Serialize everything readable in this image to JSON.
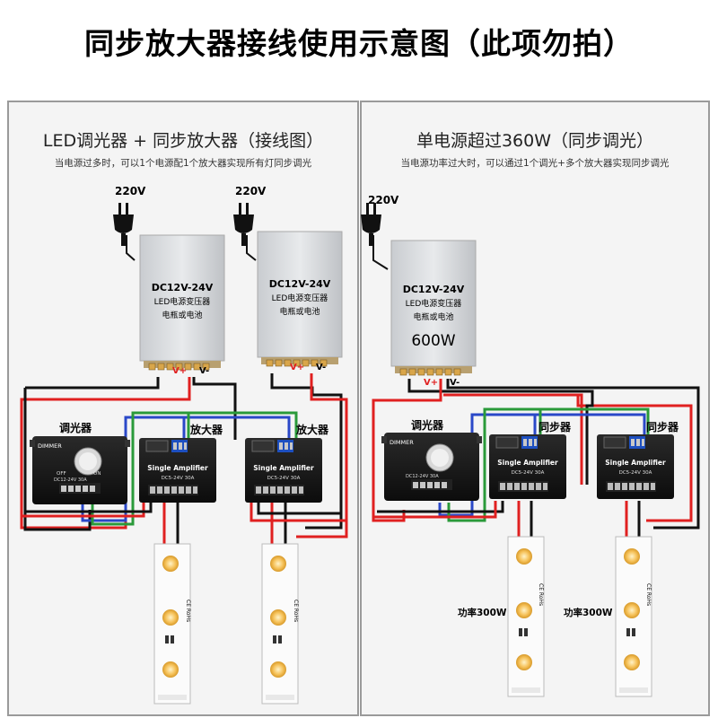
{
  "title": "同步放大器接线使用示意图（此项勿拍）",
  "left_panel": {
    "title": "LED调光器 + 同步放大器（接线图）",
    "subtitle": "当电源过多时，可以1个电源配1个放大器实现所有灯同步调光",
    "plug_label": "220V",
    "psu_line1": "DC12V-24V",
    "psu_line2": "LED电源变压器",
    "psu_line3": "电瓶或电池",
    "vplus": "V+",
    "vminus": "V-",
    "dimmer_label": "调光器",
    "amplifier_label": "放大器",
    "dimmer_brand": "DIMMER",
    "dimmer_spec": "DC12-24V 30A",
    "off": "OFF",
    "on": "ON",
    "amp_name": "Single Amplifier",
    "amp_spec": "DC5-24V 30A",
    "strip_text": "CE RoHs"
  },
  "right_panel": {
    "title": "单电源超过360W（同步调光）",
    "subtitle": "当电源功率过大时，可以通过1个调光+多个放大器实现同步调光",
    "plug_label": "220V",
    "psu_line1": "DC12V-24V",
    "psu_line2": "LED电源变压器",
    "psu_line3": "电瓶或电池",
    "psu_watt": "600W",
    "vplus": "V+",
    "vminus": "V-",
    "dimmer_label": "调光器",
    "sync_label": "同步器",
    "power_label": "功率300W",
    "dimmer_brand": "DIMMER",
    "dimmer_spec": "DC12-24V 30A",
    "amp_name": "Single Amplifier",
    "amp_spec": "DC5-24V 30A",
    "strip_text": "CE RoHs"
  },
  "colors": {
    "red": "#e02020",
    "black": "#111111",
    "blue": "#2a48c8",
    "green": "#2a9a3a",
    "strip": "#f7c46a"
  }
}
